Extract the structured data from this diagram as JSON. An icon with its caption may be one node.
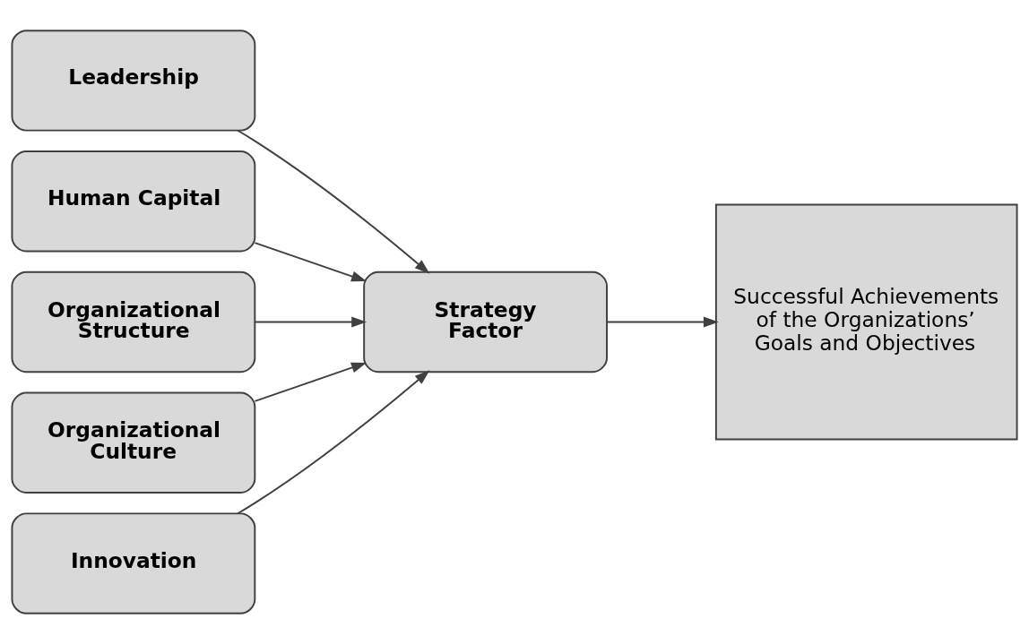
{
  "diagram": {
    "nodes": [
      {
        "text": [
          "Leadership"
        ]
      },
      {
        "text": [
          "Human Capital"
        ]
      },
      {
        "text": [
          "Organizational Structure"
        ]
      },
      {
        "text": [
          "Organizational Culture"
        ]
      },
      {
        "text": [
          "Innovation"
        ]
      },
      {
        "text": [
          "Strategy Factor"
        ]
      },
      {
        "text": [
          "Successful Achievements of the Organizations’ Goals and Objectives"
        ]
      }
    ],
    "edges": [
      {
        "from": 0,
        "to": 5,
        "arrow": "to"
      },
      {
        "from": 1,
        "to": 5,
        "arrow": "to"
      },
      {
        "from": 2,
        "to": 5,
        "arrow": "to"
      },
      {
        "from": 3,
        "to": 5,
        "arrow": "to"
      },
      {
        "from": 4,
        "to": 5,
        "arrow": "to"
      },
      {
        "from": 5,
        "to": 6,
        "arrow": "to"
      }
    ]
  }
}
